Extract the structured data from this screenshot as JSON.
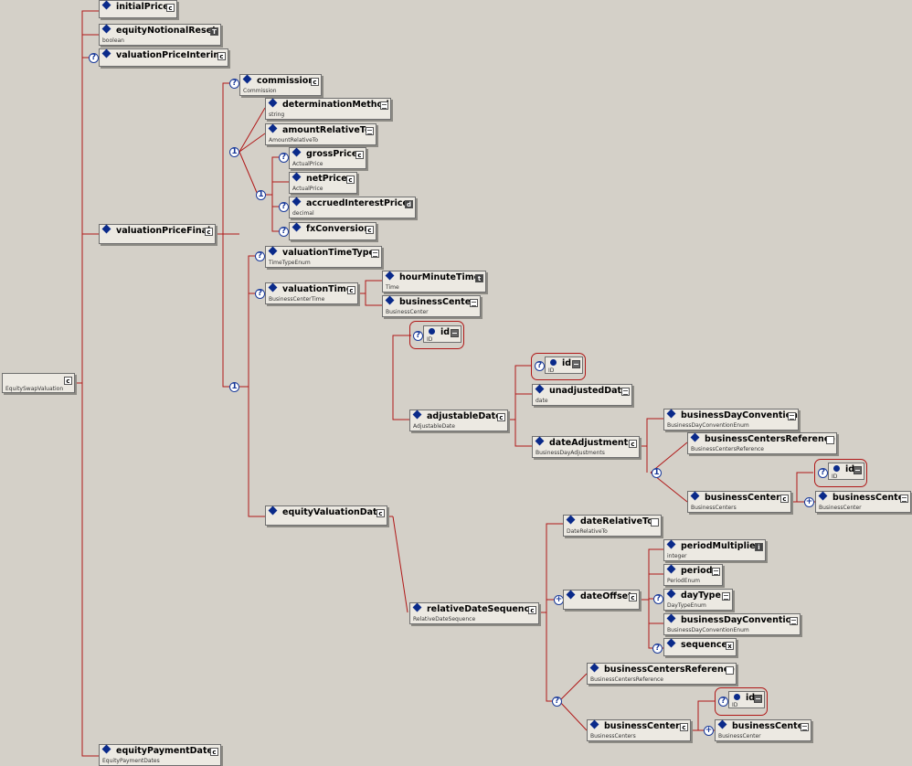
{
  "root": {
    "name": "",
    "type": "EquitySwapValuation"
  },
  "nodes": {
    "initialPrice": {
      "name": "initialPrice",
      "type": ""
    },
    "equityNotionalReset": {
      "name": "equityNotionalReset",
      "type": "boolean"
    },
    "valuationPriceInterim": {
      "name": "valuationPriceInterim",
      "type": ""
    },
    "valuationPriceFinal": {
      "name": "valuationPriceFinal",
      "type": ""
    },
    "commission": {
      "name": "commission",
      "type": "Commission"
    },
    "determinationMethod": {
      "name": "determinationMethod",
      "type": "string"
    },
    "amountRelativeTo": {
      "name": "amountRelativeTo",
      "type": "AmountRelativeTo"
    },
    "grossPrice": {
      "name": "grossPrice",
      "type": "ActualPrice"
    },
    "netPrice": {
      "name": "netPrice",
      "type": "ActualPrice"
    },
    "accruedInterestPrice": {
      "name": "accruedInterestPrice",
      "type": "decimal"
    },
    "fxConversion": {
      "name": "fxConversion",
      "type": ""
    },
    "valuationTimeType": {
      "name": "valuationTimeType",
      "type": "TimeTypeEnum"
    },
    "valuationTime": {
      "name": "valuationTime",
      "type": "BusinessCenterTime"
    },
    "hourMinuteTime": {
      "name": "hourMinuteTime",
      "type": "Time"
    },
    "businessCenter1": {
      "name": "businessCenter",
      "type": "BusinessCenter"
    },
    "id1": {
      "name": "id",
      "type": "ID"
    },
    "equityValuationDate": {
      "name": "equityValuationDate",
      "type": ""
    },
    "adjustableDate": {
      "name": "adjustableDate",
      "type": "AdjustableDate"
    },
    "id2": {
      "name": "id",
      "type": "ID"
    },
    "unadjustedDate": {
      "name": "unadjustedDate",
      "type": "date"
    },
    "dateAdjustments": {
      "name": "dateAdjustments",
      "type": "BusinessDayAdjustments"
    },
    "businessDayConvention1": {
      "name": "businessDayConvention",
      "type": "BusinessDayConventionEnum"
    },
    "businessCentersReference1": {
      "name": "businessCentersReference",
      "type": "BusinessCentersReference"
    },
    "businessCenters1": {
      "name": "businessCenters",
      "type": "BusinessCenters"
    },
    "id3": {
      "name": "id",
      "type": "ID"
    },
    "businessCenter2": {
      "name": "businessCenter",
      "type": "BusinessCenter"
    },
    "relativeDateSequence": {
      "name": "relativeDateSequence",
      "type": "RelativeDateSequence"
    },
    "dateRelativeTo": {
      "name": "dateRelativeTo",
      "type": "DateRelativeTo"
    },
    "dateOffset": {
      "name": "dateOffset",
      "type": ""
    },
    "periodMultiplier": {
      "name": "periodMultiplier",
      "type": "integer"
    },
    "period": {
      "name": "period",
      "type": "PeriodEnum"
    },
    "dayType": {
      "name": "dayType",
      "type": "DayTypeEnum"
    },
    "businessDayConvention2": {
      "name": "businessDayConvention",
      "type": "BusinessDayConventionEnum"
    },
    "sequence": {
      "name": "sequence",
      "type": ""
    },
    "businessCentersReference2": {
      "name": "businessCentersReference",
      "type": "BusinessCentersReference"
    },
    "businessCenters2": {
      "name": "businessCenters",
      "type": "BusinessCenters"
    },
    "id4": {
      "name": "id",
      "type": "ID"
    },
    "businessCenter3": {
      "name": "businessCenter",
      "type": "BusinessCenter"
    },
    "equityPaymentDates": {
      "name": "equityPaymentDates",
      "type": "EquityPaymentDates"
    }
  },
  "markers": {
    "optional": "?",
    "choice": "1",
    "sequence": "+"
  },
  "colors": {
    "connector": "#b01818",
    "background": "#d4d0c8",
    "node_fill": "#ece9e2",
    "icon": "#0a2a8a"
  }
}
